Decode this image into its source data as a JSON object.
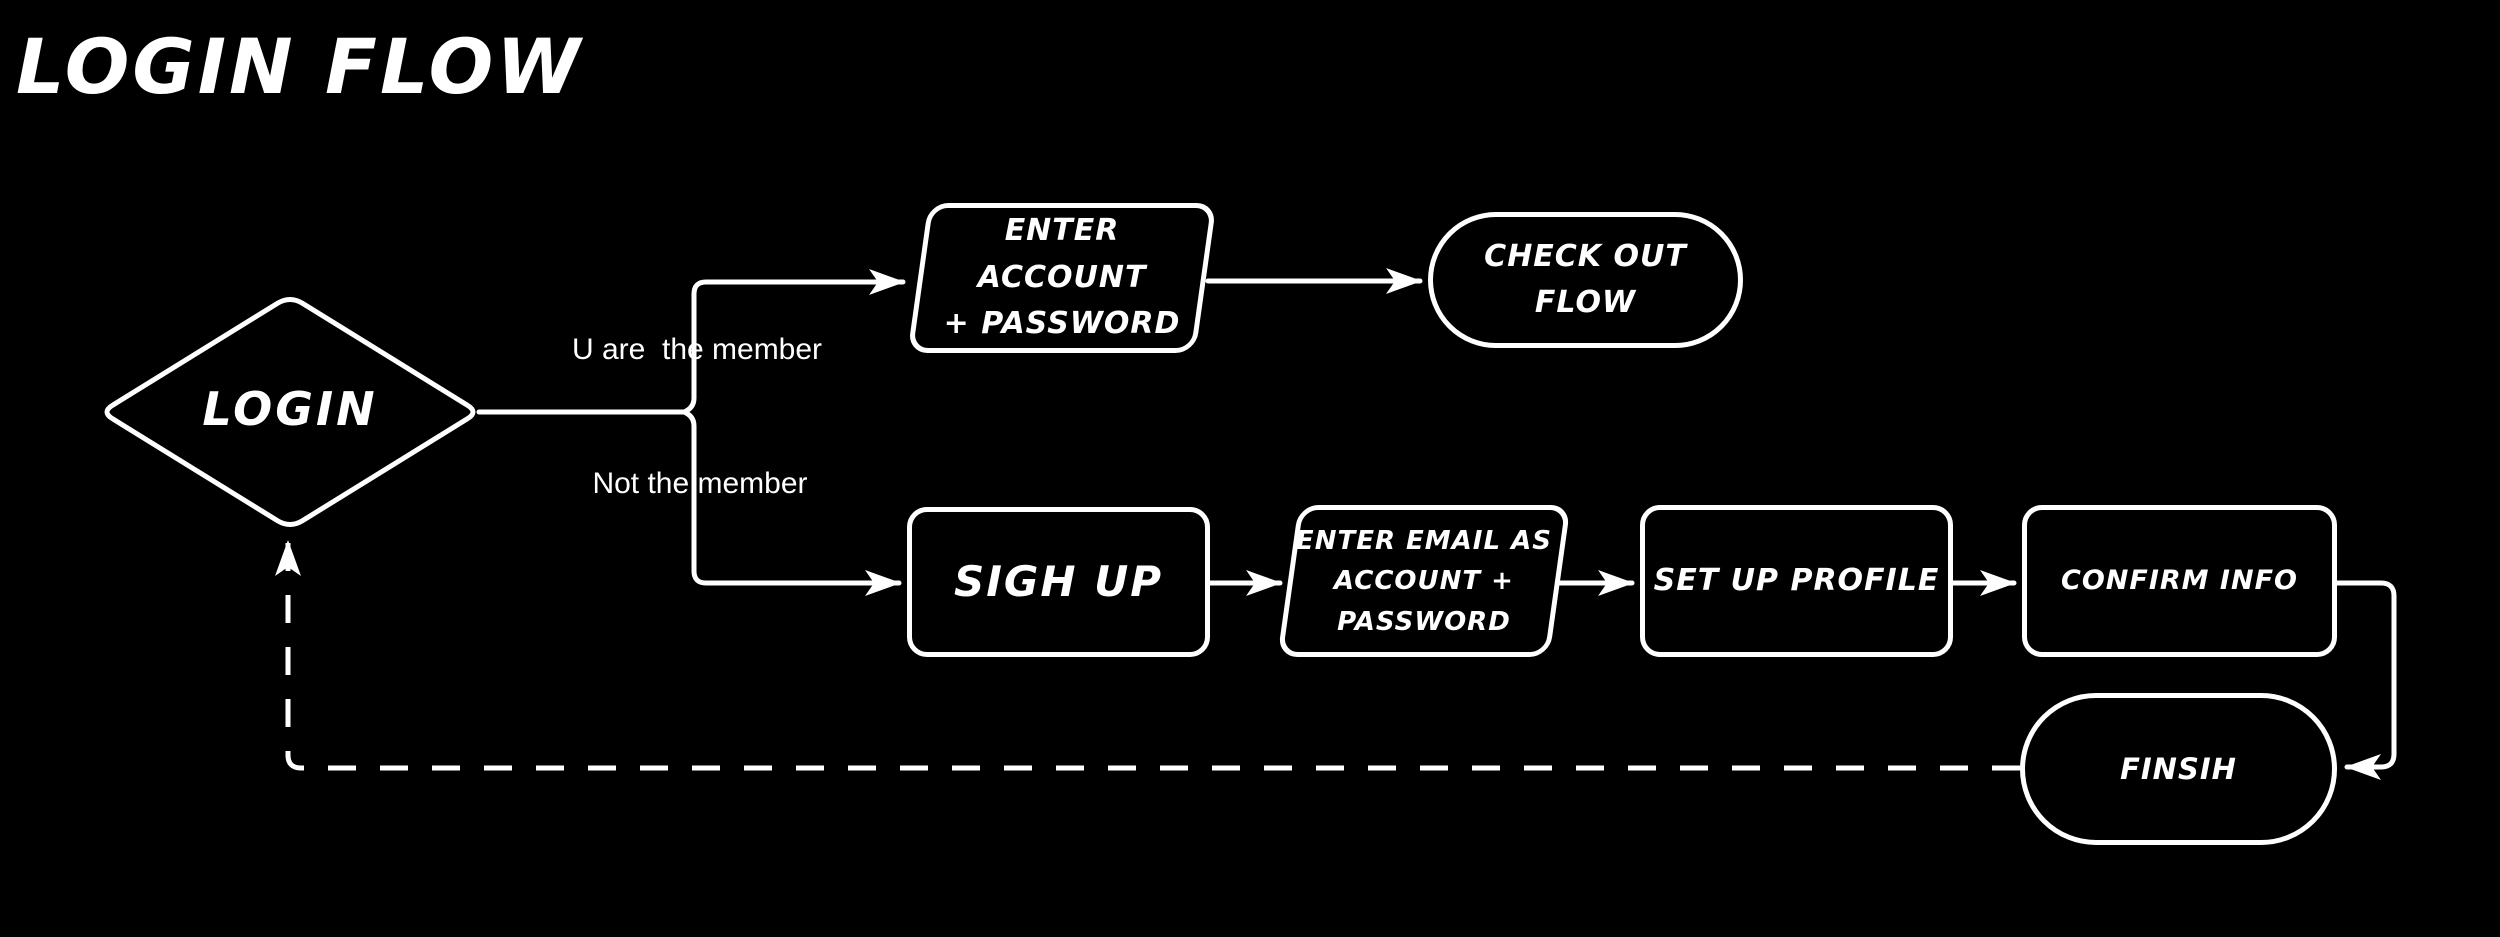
{
  "title": "LOGIN FLOW",
  "colors": {
    "background": "#000000",
    "stroke": "#ffffff",
    "text": "#ffffff"
  },
  "flowchart": {
    "decision_login": {
      "shape": "diamond",
      "label": "LOGIN"
    },
    "branch_labels": {
      "member": "U are  the member",
      "not_member": "Not the member"
    },
    "nodes": {
      "enter_account": {
        "shape": "parallelogram",
        "lines": [
          "ENTER ACCOUNT",
          "+ PASSWORD"
        ]
      },
      "check_out_flow": {
        "shape": "stadium",
        "lines": [
          "CHECK OUT",
          "FLOW"
        ]
      },
      "sign_up": {
        "shape": "rounded-rect",
        "lines": [
          "SIGH UP"
        ]
      },
      "enter_email": {
        "shape": "parallelogram",
        "lines": [
          "ENTER EMAIL AS",
          "ACCOUNT +",
          "PASSWORD"
        ]
      },
      "set_up_profile": {
        "shape": "rounded-rect",
        "lines": [
          "SET UP PROFILE"
        ]
      },
      "confirm_info": {
        "shape": "rounded-rect",
        "lines": [
          "CONFIRM INFO"
        ]
      },
      "finish": {
        "shape": "stadium",
        "lines": [
          "FINSIH"
        ]
      }
    }
  }
}
